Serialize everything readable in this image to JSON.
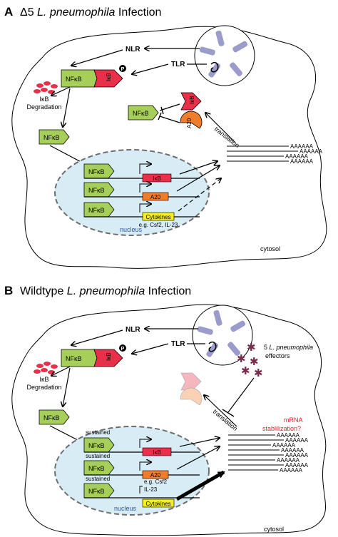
{
  "panel_a": {
    "letter": "A",
    "title_prefix": "Δ5 ",
    "title_italic": "L. pneumophila",
    "title_suffix": " Infection",
    "nlr": "NLR",
    "tlr": "TLR",
    "nfkb": "NFκB",
    "ikb": "IκB",
    "a20": "A20",
    "cytokines": "Cytokines",
    "cytokines_eg": "e.g. Csf2, IL-23",
    "phospho": "P",
    "degradation_line1": "IκB",
    "degradation_line2": "Degradation",
    "translation": "translation",
    "mrna": [
      "AAAAAA",
      "AAAAAA",
      "AAAAAA",
      "AAAAAA"
    ],
    "nucleus": "nucleus",
    "cytosol": "cytosol"
  },
  "panel_b": {
    "letter": "B",
    "title_prefix": "Wildtype ",
    "title_italic": "L. pneumophila",
    "title_suffix": " Infection",
    "nlr": "NLR",
    "tlr": "TLR",
    "nfkb": "NFκB",
    "ikb": "IκB",
    "a20": "A20",
    "cytokines": "Cytokines",
    "cytokines_eg_line1": "e.g. Csf2",
    "cytokines_eg_line2": "IL-23",
    "phospho": "P",
    "effectors_line1_prefix": "5 ",
    "effectors_line1_italic": "L. pneumophila",
    "effectors_line2": "effectors",
    "degradation_line1": "IκB",
    "degradation_line2": "Degradation",
    "translation": "translation",
    "sustained": "sustained",
    "mrna_question": "mRNA",
    "mrna_question2": "stablilization?",
    "mrna": [
      "AAAAAA",
      "AAAAAA",
      "AAAAAA",
      "AAAAAA",
      "AAAAAA",
      "AAAAAA",
      "AAAAAA",
      "AAAAAA"
    ],
    "nucleus": "nucleus",
    "cytosol": "cytosol"
  },
  "colors": {
    "nfkb_green": "#a6cf5a",
    "ikb_red": "#e8304a",
    "a20_orange": "#f07d2c",
    "cytokine_yellow": "#f4ee22",
    "nucleus_blue": "#d8ecf6",
    "receptor_purple": "#9b9ccb",
    "mrna_red": "#e8202a"
  }
}
